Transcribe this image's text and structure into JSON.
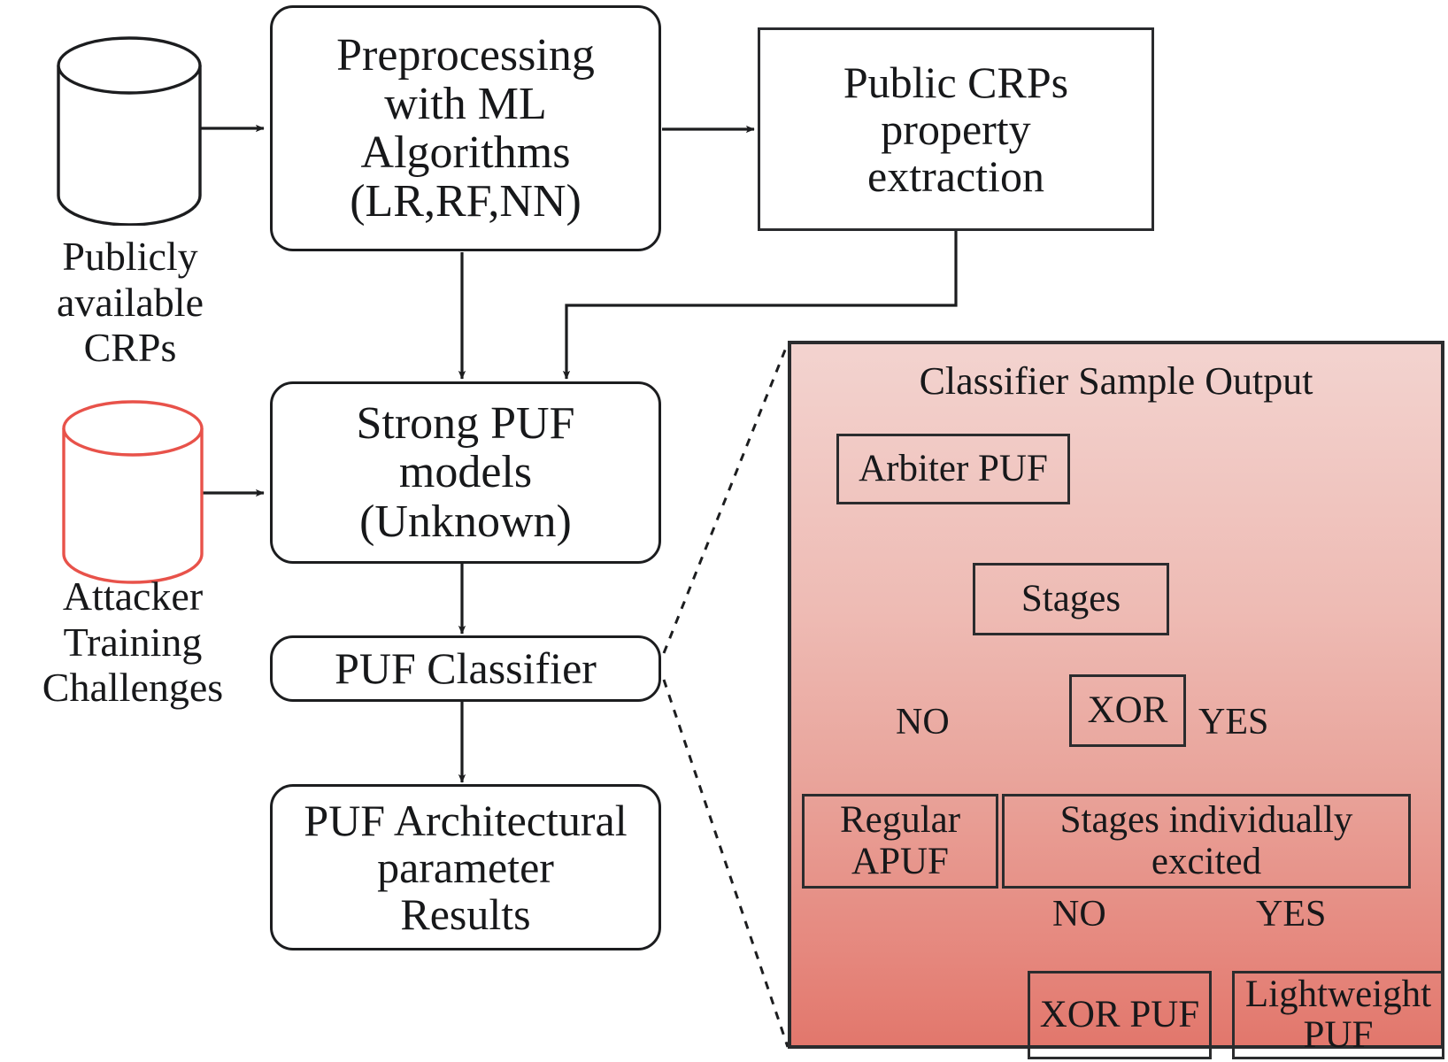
{
  "diagram": {
    "title": "PUF modeling attack and classification pipeline",
    "colors": {
      "stroke": "#1c1d1f",
      "red_cylinder": "#e8524a",
      "panel_top": "#f3d3cf",
      "panel_bottom": "#e2776c",
      "panel_border": "#2b2c2e",
      "text": "#17181a"
    }
  },
  "flow": {
    "captions": [
      {
        "id": "public-crps-caption",
        "text": "Publicly\navailable\nCRPs"
      },
      {
        "id": "attacker-caption",
        "text": "Attacker\nTraining\nChallenges"
      }
    ],
    "datastores": [
      {
        "id": "public-crps-cylinder",
        "outline": "#1c1d1f"
      },
      {
        "id": "attacker-challenges-cylinder",
        "outline": "#e8524a"
      }
    ],
    "nodes": [
      {
        "id": "preprocessing",
        "label": "Preprocessing\nwith ML\nAlgorithms\n(LR,RF,NN)"
      },
      {
        "id": "public-crps-property-extraction",
        "label": "Public CRPs\nproperty\nextraction"
      },
      {
        "id": "strong-puf-models",
        "label": "Strong PUF\nmodels\n(Unknown)"
      },
      {
        "id": "puf-classifier",
        "label": "PUF Classifier"
      },
      {
        "id": "puf-architectural-results",
        "label": "PUF Architectural\nparameter\nResults"
      }
    ]
  },
  "panel": {
    "title": "Classifier Sample Output",
    "tree": {
      "nodes": [
        {
          "id": "arbiter-puf",
          "label": "Arbiter PUF"
        },
        {
          "id": "stages",
          "label": "Stages"
        },
        {
          "id": "xor",
          "label": "XOR"
        },
        {
          "id": "regular-apuf",
          "label": "Regular APUF"
        },
        {
          "id": "stages-individually-excited",
          "label": "Stages individually\nexcited"
        },
        {
          "id": "xor-puf",
          "label": "XOR PUF"
        },
        {
          "id": "lightweight-puf",
          "label": "Lightweight\nPUF"
        }
      ],
      "edge_labels": [
        {
          "id": "xor-no",
          "text": "NO"
        },
        {
          "id": "xor-yes",
          "text": "YES"
        },
        {
          "id": "excited-no",
          "text": "NO"
        },
        {
          "id": "excited-yes",
          "text": "YES"
        }
      ]
    }
  }
}
